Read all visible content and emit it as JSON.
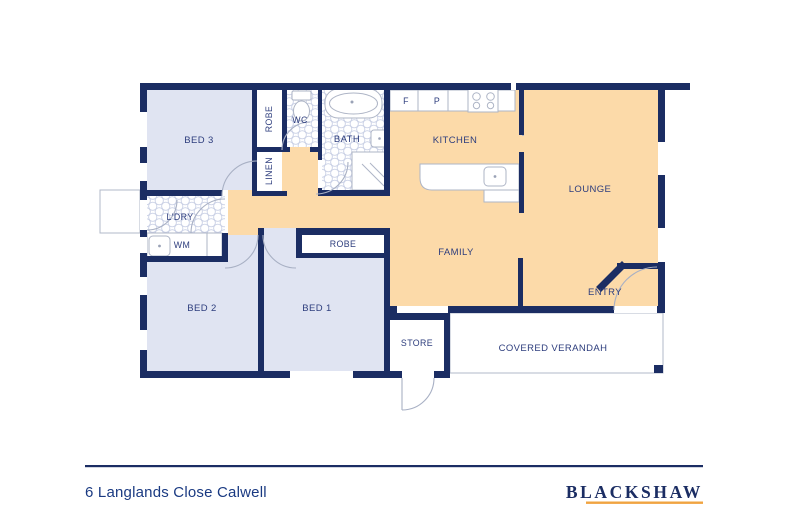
{
  "footer": {
    "address": "6 Langlands Close Calwell",
    "brand": "BLACKSHAW"
  },
  "colors": {
    "wall": "#1b2d63",
    "living": "#fcdaa9",
    "bedroom": "#e0e4f2",
    "tile_line": "#c9d0e5",
    "label": "#2d3d7d",
    "brand_navy": "#1b2d63",
    "brand_gold": "#f0a441"
  },
  "rooms": {
    "bed3": "BED 3",
    "robe_bed3": "ROBE",
    "wc": "WC",
    "bath": "BATH",
    "linen": "LINEN",
    "laundry": "L'DRY",
    "wm": "WM",
    "bed2": "BED 2",
    "bed1": "BED 1",
    "robe_bed1": "ROBE",
    "kitchen": "KITCHEN",
    "fridge": "F",
    "pantry": "P",
    "lounge": "LOUNGE",
    "family": "FAMILY",
    "entry": "ENTRY",
    "store": "STORE",
    "verandah": "COVERED VERANDAH"
  }
}
